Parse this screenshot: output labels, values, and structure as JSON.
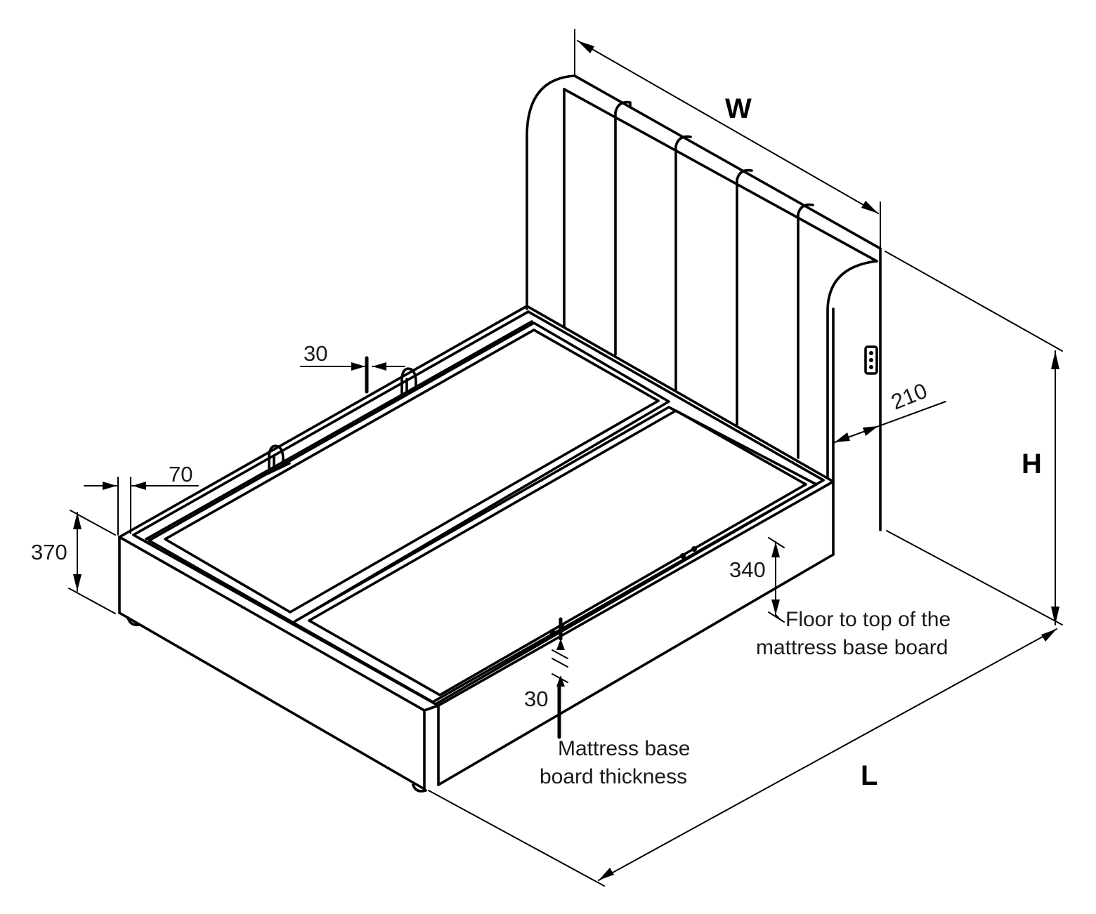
{
  "dimensions": {
    "width_label": "W",
    "length_label": "L",
    "height_label": "H",
    "frame_height": "370",
    "side_rail": "70",
    "lid_gap": "30",
    "headboard_thickness": "210",
    "floor_to_base": "340",
    "board_thickness": "30"
  },
  "notes": {
    "floor_line1": "Floor to top of the",
    "floor_line2": "mattress base board",
    "board_line1": "Mattress base",
    "board_line2": "board thickness"
  }
}
